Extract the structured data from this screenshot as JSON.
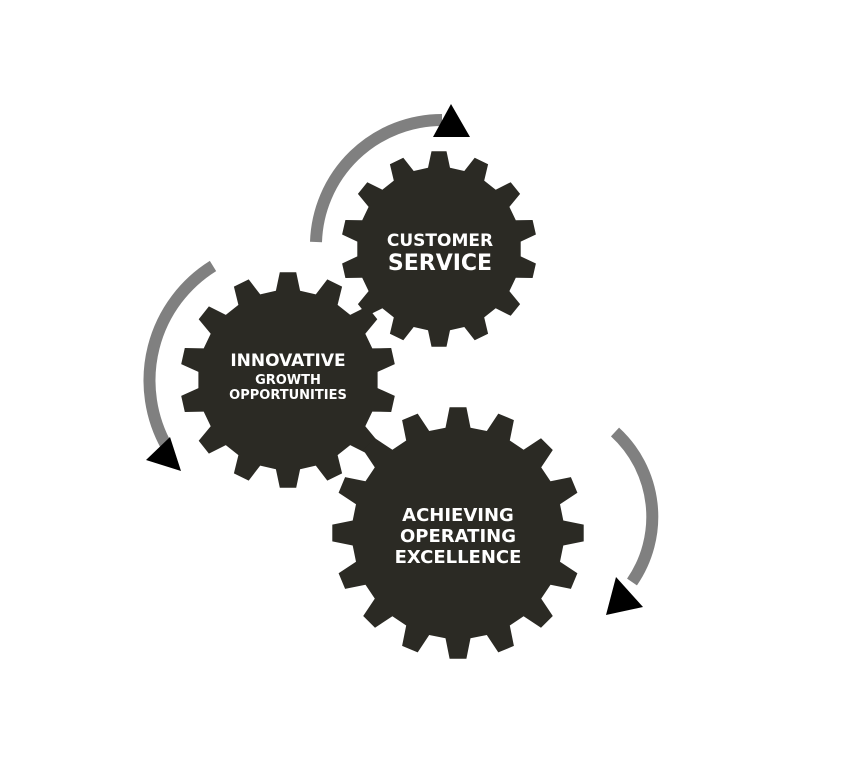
{
  "diagram": {
    "colors": {
      "background": "#ffffff",
      "gear_fill": "#2b2a24",
      "gear_text": "#ffffff",
      "arrow_arc": "#808080",
      "arrow_head": "#000000"
    },
    "gears": [
      {
        "id": "customer-service",
        "lines": [
          "CUSTOMER",
          "SERVICE"
        ]
      },
      {
        "id": "innovative-growth",
        "lines": [
          "INNOVATIVE",
          "GROWTH",
          "OPPORTUNITIES"
        ]
      },
      {
        "id": "operating-excellence",
        "lines": [
          "ACHIEVING",
          "OPERATING",
          "EXCELLENCE"
        ]
      }
    ],
    "arrows": [
      "clockwise-arrow-top",
      "counterclockwise-arrow-left",
      "clockwise-arrow-right"
    ]
  }
}
